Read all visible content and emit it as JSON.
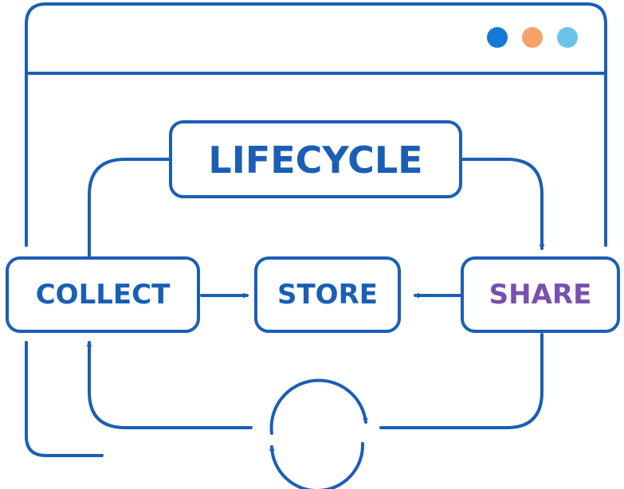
{
  "window": {
    "dots": [
      {
        "name": "blue",
        "color": "#1479d6"
      },
      {
        "name": "orange",
        "color": "#f5a36b"
      },
      {
        "name": "light-blue",
        "color": "#6cc3ea"
      }
    ]
  },
  "diagram": {
    "title": "LIFECYCLE",
    "nodes": {
      "collect": "COLLECT",
      "store": "STORE",
      "share": "SHARE"
    },
    "colors": {
      "line": "#1a5fb4",
      "text": "#1a5fb4",
      "share_text": "#7a4fb0"
    }
  }
}
